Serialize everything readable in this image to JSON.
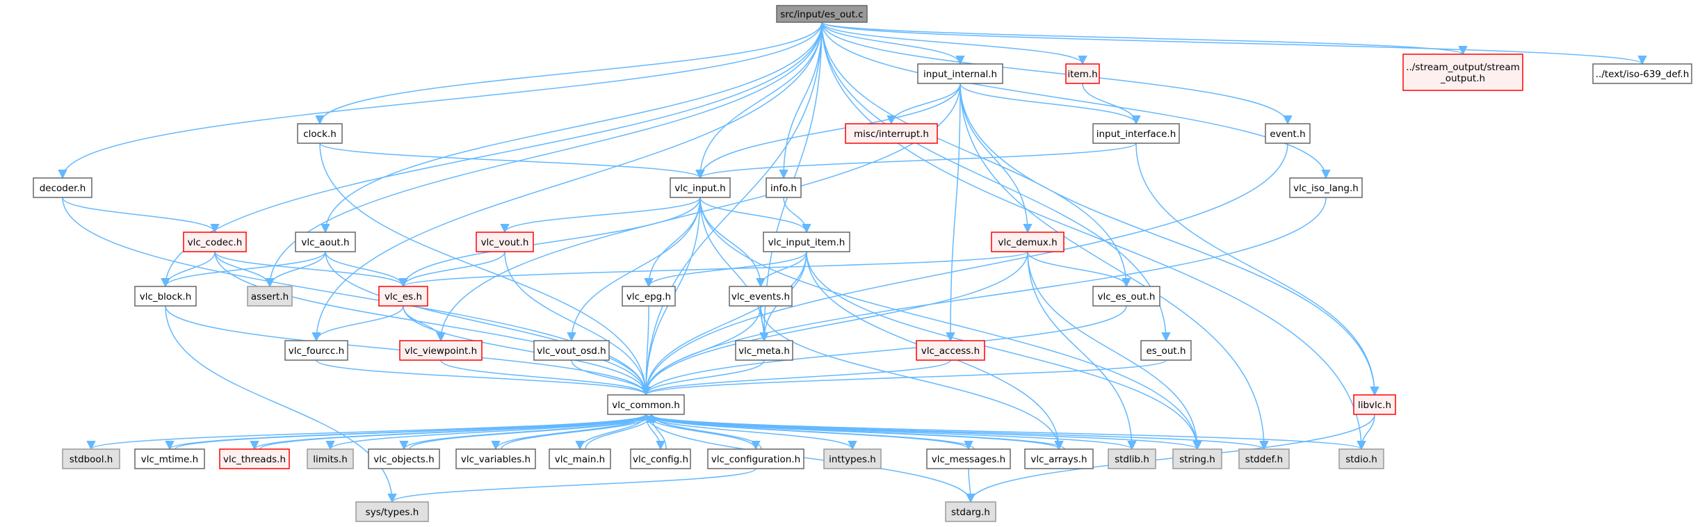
{
  "graph": {
    "colors": {
      "root_fill": "#999999",
      "normal_fill": "#ffffff",
      "normal_stroke": "#666666",
      "red_stroke": "#ff0000",
      "red_fill": "#fff0f0",
      "system_fill": "#e0e0e0",
      "system_stroke": "#999999",
      "edge": "#63b8ff"
    },
    "nodes": [
      {
        "id": "es_out_c",
        "kind": "root",
        "lines": [
          "src/input/es_out.c"
        ]
      },
      {
        "id": "input_internal_h",
        "kind": "normal",
        "lines": [
          "input_internal.h"
        ]
      },
      {
        "id": "item_h",
        "kind": "red",
        "lines": [
          "item.h"
        ]
      },
      {
        "id": "stream_output_h",
        "kind": "red",
        "lines": [
          "../stream_output/stream",
          "_output.h"
        ]
      },
      {
        "id": "iso639_h",
        "kind": "normal",
        "lines": [
          "../text/iso-639_def.h"
        ]
      },
      {
        "id": "clock_h",
        "kind": "normal",
        "lines": [
          "clock.h"
        ]
      },
      {
        "id": "misc_interrupt_h",
        "kind": "red",
        "lines": [
          "misc/interrupt.h"
        ]
      },
      {
        "id": "input_interface_h",
        "kind": "normal",
        "lines": [
          "input_interface.h"
        ]
      },
      {
        "id": "event_h",
        "kind": "normal",
        "lines": [
          "event.h"
        ]
      },
      {
        "id": "decoder_h",
        "kind": "normal",
        "lines": [
          "decoder.h"
        ]
      },
      {
        "id": "vlc_input_h",
        "kind": "normal",
        "lines": [
          "vlc_input.h"
        ]
      },
      {
        "id": "info_h",
        "kind": "normal",
        "lines": [
          "info.h"
        ]
      },
      {
        "id": "vlc_iso_lang_h",
        "kind": "normal",
        "lines": [
          "vlc_iso_lang.h"
        ]
      },
      {
        "id": "vlc_codec_h",
        "kind": "red",
        "lines": [
          "vlc_codec.h"
        ]
      },
      {
        "id": "vlc_aout_h",
        "kind": "normal",
        "lines": [
          "vlc_aout.h"
        ]
      },
      {
        "id": "vlc_vout_h",
        "kind": "red",
        "lines": [
          "vlc_vout.h"
        ]
      },
      {
        "id": "vlc_input_item_h",
        "kind": "normal",
        "lines": [
          "vlc_input_item.h"
        ]
      },
      {
        "id": "vlc_demux_h",
        "kind": "red",
        "lines": [
          "vlc_demux.h"
        ]
      },
      {
        "id": "vlc_block_h",
        "kind": "normal",
        "lines": [
          "vlc_block.h"
        ]
      },
      {
        "id": "assert_h",
        "kind": "system",
        "lines": [
          "assert.h"
        ]
      },
      {
        "id": "vlc_es_h",
        "kind": "red",
        "lines": [
          "vlc_es.h"
        ]
      },
      {
        "id": "vlc_epg_h",
        "kind": "normal",
        "lines": [
          "vlc_epg.h"
        ]
      },
      {
        "id": "vlc_events_h",
        "kind": "normal",
        "lines": [
          "vlc_events.h"
        ]
      },
      {
        "id": "vlc_es_out_h",
        "kind": "normal",
        "lines": [
          "vlc_es_out.h"
        ]
      },
      {
        "id": "vlc_fourcc_h",
        "kind": "normal",
        "lines": [
          "vlc_fourcc.h"
        ]
      },
      {
        "id": "vlc_viewpoint_h",
        "kind": "red",
        "lines": [
          "vlc_viewpoint.h"
        ]
      },
      {
        "id": "vlc_vout_osd_h",
        "kind": "normal",
        "lines": [
          "vlc_vout_osd.h"
        ]
      },
      {
        "id": "vlc_meta_h",
        "kind": "normal",
        "lines": [
          "vlc_meta.h"
        ]
      },
      {
        "id": "vlc_access_h",
        "kind": "red",
        "lines": [
          "vlc_access.h"
        ]
      },
      {
        "id": "es_out_h",
        "kind": "normal",
        "lines": [
          "es_out.h"
        ]
      },
      {
        "id": "vlc_common_h",
        "kind": "normal",
        "lines": [
          "vlc_common.h"
        ]
      },
      {
        "id": "libvlc_h",
        "kind": "red",
        "lines": [
          "libvlc.h"
        ]
      },
      {
        "id": "stdbool_h",
        "kind": "system",
        "lines": [
          "stdbool.h"
        ]
      },
      {
        "id": "vlc_mtime_h",
        "kind": "normal",
        "lines": [
          "vlc_mtime.h"
        ]
      },
      {
        "id": "vlc_threads_h",
        "kind": "red",
        "lines": [
          "vlc_threads.h"
        ]
      },
      {
        "id": "limits_h",
        "kind": "system",
        "lines": [
          "limits.h"
        ]
      },
      {
        "id": "vlc_objects_h",
        "kind": "normal",
        "lines": [
          "vlc_objects.h"
        ]
      },
      {
        "id": "vlc_variables_h",
        "kind": "normal",
        "lines": [
          "vlc_variables.h"
        ]
      },
      {
        "id": "vlc_main_h",
        "kind": "normal",
        "lines": [
          "vlc_main.h"
        ]
      },
      {
        "id": "vlc_config_h",
        "kind": "normal",
        "lines": [
          "vlc_config.h"
        ]
      },
      {
        "id": "vlc_configuration_h",
        "kind": "normal",
        "lines": [
          "vlc_configuration.h"
        ]
      },
      {
        "id": "inttypes_h",
        "kind": "system",
        "lines": [
          "inttypes.h"
        ]
      },
      {
        "id": "vlc_messages_h",
        "kind": "normal",
        "lines": [
          "vlc_messages.h"
        ]
      },
      {
        "id": "vlc_arrays_h",
        "kind": "normal",
        "lines": [
          "vlc_arrays.h"
        ]
      },
      {
        "id": "stdlib_h",
        "kind": "system",
        "lines": [
          "stdlib.h"
        ]
      },
      {
        "id": "string_h",
        "kind": "system",
        "lines": [
          "string.h"
        ]
      },
      {
        "id": "stddef_h",
        "kind": "system",
        "lines": [
          "stddef.h"
        ]
      },
      {
        "id": "stdio_h",
        "kind": "system",
        "lines": [
          "stdio.h"
        ]
      },
      {
        "id": "sys_types_h",
        "kind": "system",
        "lines": [
          "sys/types.h"
        ]
      },
      {
        "id": "stdarg_h",
        "kind": "system",
        "lines": [
          "stdarg.h"
        ]
      }
    ],
    "edges": [
      [
        "es_out_c",
        "input_internal_h"
      ],
      [
        "es_out_c",
        "item_h"
      ],
      [
        "es_out_c",
        "stream_output_h"
      ],
      [
        "es_out_c",
        "iso639_h"
      ],
      [
        "es_out_c",
        "clock_h"
      ],
      [
        "es_out_c",
        "event_h"
      ],
      [
        "es_out_c",
        "decoder_h"
      ],
      [
        "es_out_c",
        "vlc_input_h"
      ],
      [
        "es_out_c",
        "info_h"
      ],
      [
        "es_out_c",
        "vlc_iso_lang_h"
      ],
      [
        "es_out_c",
        "vlc_aout_h"
      ],
      [
        "es_out_c",
        "vlc_block_h"
      ],
      [
        "es_out_c",
        "assert_h"
      ],
      [
        "es_out_c",
        "vlc_es_out_h"
      ],
      [
        "es_out_c",
        "vlc_fourcc_h"
      ],
      [
        "es_out_c",
        "vlc_meta_h"
      ],
      [
        "es_out_c",
        "es_out_h"
      ],
      [
        "es_out_c",
        "vlc_common_h"
      ],
      [
        "es_out_c",
        "stdio_h"
      ],
      [
        "input_internal_h",
        "misc_interrupt_h"
      ],
      [
        "input_internal_h",
        "input_interface_h"
      ],
      [
        "input_internal_h",
        "vlc_input_h"
      ],
      [
        "input_internal_h",
        "vlc_demux_h"
      ],
      [
        "input_internal_h",
        "vlc_viewpoint_h"
      ],
      [
        "input_internal_h",
        "vlc_access_h"
      ],
      [
        "input_internal_h",
        "libvlc_h"
      ],
      [
        "input_internal_h",
        "stddef_h"
      ],
      [
        "item_h",
        "input_interface_h"
      ],
      [
        "clock_h",
        "vlc_input_h"
      ],
      [
        "clock_h",
        "vlc_common_h"
      ],
      [
        "input_interface_h",
        "vlc_input_h"
      ],
      [
        "input_interface_h",
        "libvlc_h"
      ],
      [
        "event_h",
        "vlc_common_h"
      ],
      [
        "decoder_h",
        "vlc_codec_h"
      ],
      [
        "decoder_h",
        "vlc_common_h"
      ],
      [
        "vlc_input_h",
        "vlc_es_h"
      ],
      [
        "vlc_input_h",
        "vlc_vout_h"
      ],
      [
        "vlc_input_h",
        "vlc_input_item_h"
      ],
      [
        "vlc_input_h",
        "vlc_epg_h"
      ],
      [
        "vlc_input_h",
        "vlc_events_h"
      ],
      [
        "vlc_input_h",
        "vlc_meta_h"
      ],
      [
        "vlc_input_h",
        "vlc_vout_osd_h"
      ],
      [
        "vlc_input_h",
        "vlc_common_h"
      ],
      [
        "vlc_input_h",
        "string_h"
      ],
      [
        "info_h",
        "vlc_input_item_h"
      ],
      [
        "vlc_iso_lang_h",
        "vlc_common_h"
      ],
      [
        "vlc_codec_h",
        "vlc_block_h"
      ],
      [
        "vlc_codec_h",
        "assert_h"
      ],
      [
        "vlc_codec_h",
        "vlc_es_h"
      ],
      [
        "vlc_codec_h",
        "vlc_common_h"
      ],
      [
        "vlc_aout_h",
        "vlc_block_h"
      ],
      [
        "vlc_aout_h",
        "assert_h"
      ],
      [
        "vlc_aout_h",
        "vlc_es_h"
      ],
      [
        "vlc_aout_h",
        "vlc_common_h"
      ],
      [
        "vlc_vout_h",
        "vlc_es_h"
      ],
      [
        "vlc_vout_h",
        "vlc_common_h"
      ],
      [
        "vlc_input_item_h",
        "vlc_epg_h"
      ],
      [
        "vlc_input_item_h",
        "vlc_events_h"
      ],
      [
        "vlc_input_item_h",
        "vlc_meta_h"
      ],
      [
        "vlc_input_item_h",
        "vlc_common_h"
      ],
      [
        "vlc_input_item_h",
        "string_h"
      ],
      [
        "vlc_input_item_h",
        "vlc_arrays_h"
      ],
      [
        "vlc_demux_h",
        "vlc_es_h"
      ],
      [
        "vlc_demux_h",
        "vlc_es_out_h"
      ],
      [
        "vlc_demux_h",
        "vlc_common_h"
      ],
      [
        "vlc_demux_h",
        "stdlib_h"
      ],
      [
        "vlc_demux_h",
        "string_h"
      ],
      [
        "vlc_block_h",
        "vlc_common_h"
      ],
      [
        "vlc_block_h",
        "sys_types_h"
      ],
      [
        "vlc_es_h",
        "vlc_fourcc_h"
      ],
      [
        "vlc_es_h",
        "vlc_viewpoint_h"
      ],
      [
        "vlc_es_h",
        "vlc_common_h"
      ],
      [
        "vlc_epg_h",
        "vlc_common_h"
      ],
      [
        "vlc_events_h",
        "vlc_meta_h"
      ],
      [
        "vlc_events_h",
        "vlc_common_h"
      ],
      [
        "vlc_events_h",
        "vlc_arrays_h"
      ],
      [
        "vlc_es_out_h",
        "vlc_common_h"
      ],
      [
        "vlc_fourcc_h",
        "vlc_common_h"
      ],
      [
        "vlc_viewpoint_h",
        "vlc_common_h"
      ],
      [
        "vlc_vout_osd_h",
        "vlc_common_h"
      ],
      [
        "vlc_meta_h",
        "vlc_common_h"
      ],
      [
        "vlc_access_h",
        "vlc_common_h"
      ],
      [
        "es_out_h",
        "vlc_common_h"
      ],
      [
        "libvlc_h",
        "stdio_h"
      ],
      [
        "libvlc_h",
        "stdarg_h"
      ],
      [
        "vlc_common_h",
        "stdbool_h"
      ],
      [
        "vlc_common_h",
        "vlc_mtime_h"
      ],
      [
        "vlc_common_h",
        "vlc_threads_h"
      ],
      [
        "vlc_common_h",
        "limits_h"
      ],
      [
        "vlc_common_h",
        "vlc_objects_h"
      ],
      [
        "vlc_common_h",
        "vlc_variables_h"
      ],
      [
        "vlc_common_h",
        "vlc_main_h"
      ],
      [
        "vlc_common_h",
        "vlc_config_h"
      ],
      [
        "vlc_common_h",
        "vlc_configuration_h"
      ],
      [
        "vlc_common_h",
        "inttypes_h"
      ],
      [
        "vlc_common_h",
        "vlc_messages_h"
      ],
      [
        "vlc_common_h",
        "vlc_arrays_h"
      ],
      [
        "vlc_common_h",
        "stdlib_h"
      ],
      [
        "vlc_common_h",
        "string_h"
      ],
      [
        "vlc_common_h",
        "stddef_h"
      ],
      [
        "vlc_common_h",
        "stdio_h"
      ],
      [
        "vlc_common_h",
        "stdarg_h"
      ],
      [
        "vlc_mtime_h",
        "vlc_common_h"
      ],
      [
        "vlc_threads_h",
        "vlc_common_h"
      ],
      [
        "vlc_objects_h",
        "vlc_common_h"
      ],
      [
        "vlc_variables_h",
        "vlc_common_h"
      ],
      [
        "vlc_main_h",
        "vlc_common_h"
      ],
      [
        "vlc_config_h",
        "vlc_common_h"
      ],
      [
        "vlc_configuration_h",
        "vlc_common_h"
      ],
      [
        "vlc_messages_h",
        "vlc_common_h"
      ],
      [
        "vlc_arrays_h",
        "vlc_common_h"
      ],
      [
        "vlc_configuration_h",
        "sys_types_h"
      ],
      [
        "vlc_messages_h",
        "stdarg_h"
      ]
    ]
  }
}
